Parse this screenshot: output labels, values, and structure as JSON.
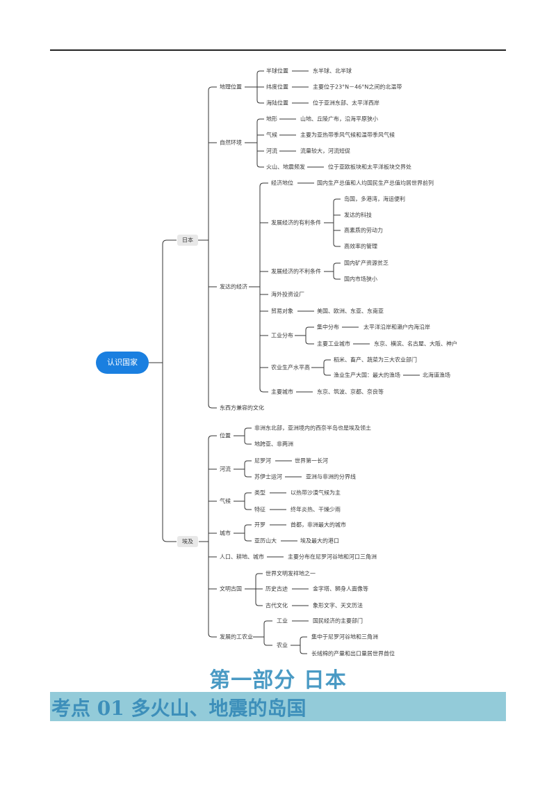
{
  "mindmap": {
    "root": "认识国家",
    "japan": {
      "label": "日本",
      "geo": {
        "label": "地理位置",
        "items": [
          {
            "k": "半球位置",
            "v": "东半球、北半球"
          },
          {
            "k": "纬度位置",
            "v": "主要位于23°N－46°N之间的北温带"
          },
          {
            "k": "海陆位置",
            "v": "位于亚洲东部、太平洋西岸"
          }
        ]
      },
      "nature": {
        "label": "自然环境",
        "items": [
          {
            "k": "地形",
            "v": "山地、丘陵广布，沿海平原狭小"
          },
          {
            "k": "气候",
            "v": "主要为亚热带季风气候和温带季风气候"
          },
          {
            "k": "河流",
            "v": "流量较大，河流短促"
          },
          {
            "k": "火山、地震频发",
            "v": "位于亚欧板块和太平洋板块交界处"
          }
        ]
      },
      "econ": {
        "label": "发达的经济",
        "status": {
          "k": "经济地位",
          "v": "国内生产总值和人均国民生产总值均居世界前列"
        },
        "favorable": {
          "label": "发展经济的有利条件",
          "items": [
            "岛国，多港湾，海运便利",
            "发达的科技",
            "高素质的劳动力",
            "高效率的管理"
          ]
        },
        "unfavorable": {
          "label": "发展经济的不利条件",
          "items": [
            "国内矿产资源贫乏",
            "国内市场狭小"
          ]
        },
        "invest": "海外投资设厂",
        "trade": {
          "k": "贸易对象",
          "v": "美国、欧洲、东亚、东南亚"
        },
        "industry": {
          "label": "工业分布",
          "dist": {
            "k": "集中分布",
            "v": "太平洋沿岸和濑户内海沿岸"
          },
          "cities": {
            "k": "主要工业城市",
            "v": "东京、横滨、名古屋、大阪、神户"
          }
        },
        "agri": {
          "label": "农业生产水平高",
          "crops": "稻米、畜产、蔬菜为三大农业部门",
          "fish": {
            "k": "渔业生产大国：最大的渔场",
            "v": "北海道渔场"
          }
        },
        "cities": {
          "k": "主要城市",
          "v": "东京、筑波、京都、奈良等"
        }
      },
      "culture": "东西方兼容的文化"
    },
    "egypt": {
      "label": "埃及",
      "location": {
        "label": "位置",
        "items": [
          "非洲东北部，亚洲境内的西奈半岛也是埃及领土",
          "地跨亚、非两洲"
        ]
      },
      "rivers": {
        "label": "河流",
        "items": [
          {
            "k": "尼罗河",
            "v": "世界第一长河"
          },
          {
            "k": "苏伊士运河",
            "v": "亚洲与非洲的分界线"
          }
        ]
      },
      "climate": {
        "label": "气候",
        "items": [
          {
            "k": "类型",
            "v": "以热带沙漠气候为主"
          },
          {
            "k": "特征",
            "v": "终年炎热、干燥少雨"
          }
        ]
      },
      "cities": {
        "label": "城市",
        "items": [
          {
            "k": "开罗",
            "v": "首都，非洲最大的城市"
          },
          {
            "k": "亚历山大",
            "v": "埃及最大的港口"
          }
        ]
      },
      "pop": {
        "k": "人口、耕地、城市",
        "v": "主要分布在尼罗河谷地和河口三角洲"
      },
      "civ": {
        "label": "文明古国",
        "first": "世界文明发祥地之一",
        "items": [
          {
            "k": "历史古迹",
            "v": "金字塔、狮身人面像等"
          },
          {
            "k": "古代文化",
            "v": "象形文字、天文历法"
          }
        ]
      },
      "industry": {
        "label": "发展的工农业",
        "ind": {
          "k": "工业",
          "v": "国民经济的主要部门"
        },
        "agri": {
          "k": "农业",
          "items": [
            "集中于尼罗河谷地和三角洲",
            "长绒棉的产量和出口量居世界首位"
          ]
        }
      }
    }
  },
  "section_title": "第一部分  日本",
  "topic_title": "考点 01  多火山、地震的岛国",
  "colors": {
    "root": "#1a7fe0",
    "line": "#333333",
    "node_bg": "#e8e8e8",
    "section_title": "#4a9ac4",
    "topic_bar": "#93cbd9",
    "topic_text": "#3d8fba"
  }
}
